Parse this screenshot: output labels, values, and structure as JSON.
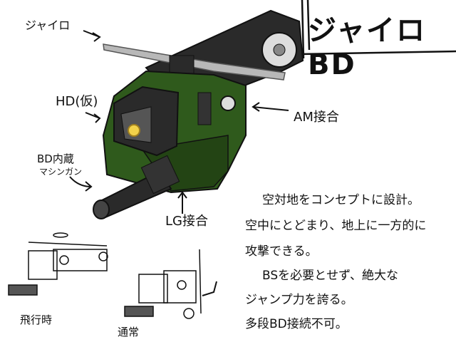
{
  "title": "ジャイロBD",
  "labels": {
    "gyro": "ジャイロ",
    "hd": "HD(仮)",
    "bd_builtin": "BD内蔵",
    "machinegun": "マシンガン",
    "am_joint": "AM接合",
    "lg_joint": "LG接合",
    "flying": "飛行時",
    "normal": "通常"
  },
  "description": [
    "空対地をコンセプトに設計。",
    "空中にとどまり、地上に一方的に",
    "攻撃できる。",
    "BSを必要とせず、絶大な",
    "ジャンプ力を誇る。",
    "多段BD接続不可。"
  ],
  "colors": {
    "body": "#2f5a1c",
    "dark": "#2a2a2a",
    "eye": "#f2d24a",
    "blade": "#b8b8b8"
  }
}
